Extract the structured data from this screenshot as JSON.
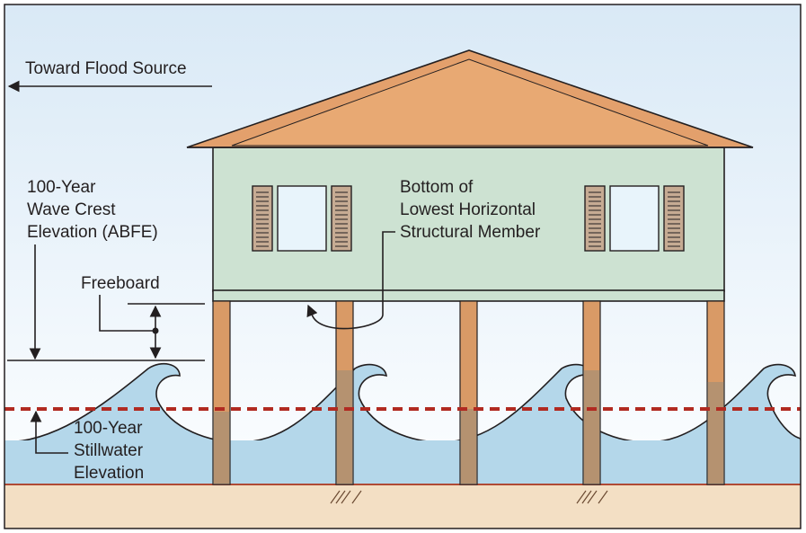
{
  "labels": {
    "flood_source": "Toward Flood Source",
    "wave_crest": [
      "100-Year",
      "Wave Crest",
      "Elevation (ABFE)"
    ],
    "freeboard": "Freeboard",
    "bottom_member": [
      "Bottom of",
      "Lowest Horizontal",
      "Structural Member"
    ],
    "stillwater": [
      "100-Year",
      "Stillwater",
      "Elevation"
    ]
  },
  "colors": {
    "sky_top": "#e2eef8",
    "sky_bottom": "#ffffff",
    "water": "#b4d7ea",
    "roof": "#e3a06c",
    "wall": "#cde2d2",
    "piling": "#d99a66",
    "ground": "#f3dfc4",
    "stillwater_line": "#b12a21",
    "shutter": "#c6ab93",
    "window": "#e8f4fb"
  }
}
